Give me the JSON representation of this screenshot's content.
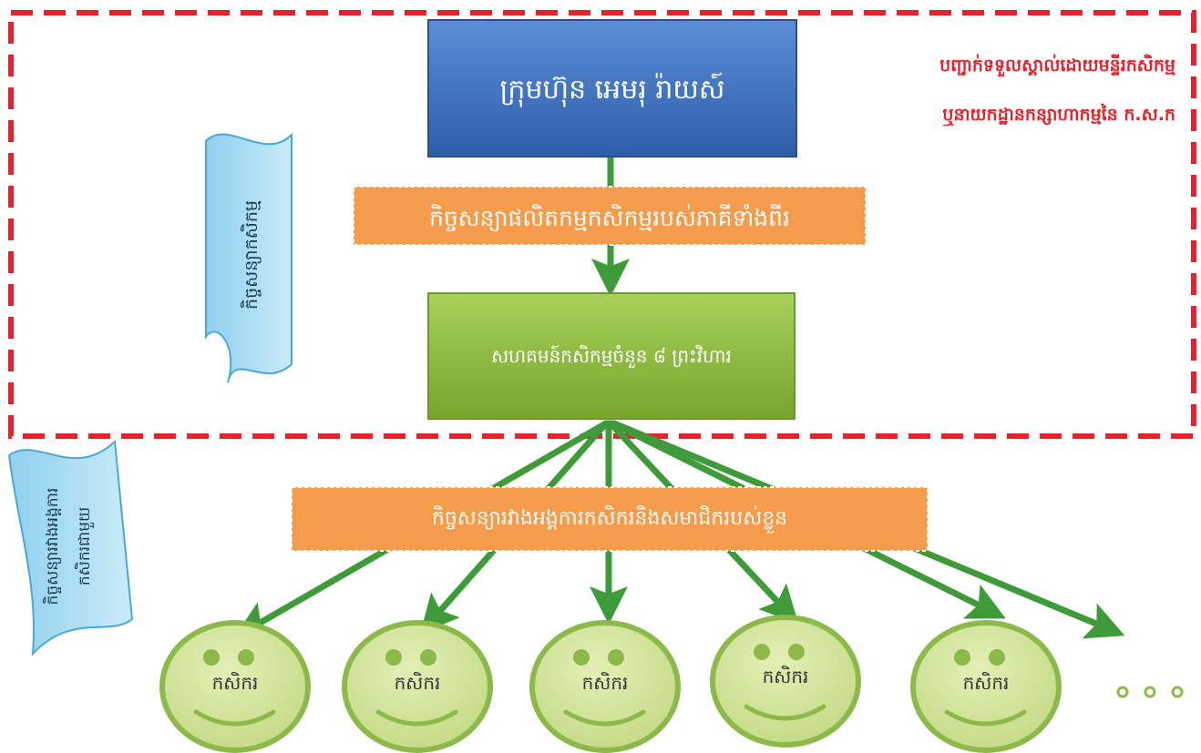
{
  "company": {
    "label": "ក្រុមហ៊ុន អេមរុ រ៉ាយស៍"
  },
  "contract_production": {
    "label": "កិច្ចសន្យាផលិតកម្មកសិកម្មរបស់ភាគីទាំងពីរ"
  },
  "cooperatives": {
    "label": "សហគមន៍កសិកម្មចំនួន ៨ ព្រះវិហារ"
  },
  "contract_members": {
    "label": "កិច្ចសន្យារវាងអង្គការកសិករនិងសមាជិករបស់ខ្លួន"
  },
  "certification_note": {
    "line1": "បញ្ជាក់ទទួលស្គាល់ដោយមន្ទីរកសិកម្ម",
    "line2": "ឬនាយកដ្ឋានកន្សាហាកម្មនៃ ក.ស.ក"
  },
  "scroll_top": {
    "label": "កិច្ចសន្យាកសិកម្ម"
  },
  "scroll_bottom": {
    "line1": "កិច្ចសន្យារវាងអង្គការ",
    "line2": "កសិករជាមួយ"
  },
  "farmers": [
    {
      "label": "កសិករ"
    },
    {
      "label": "កសិករ"
    },
    {
      "label": "កសិករ"
    },
    {
      "label": "កសិករ"
    },
    {
      "label": "កសិករ"
    }
  ],
  "colors": {
    "company_blue": "#3a6fb8",
    "green_box": "#8cba3a",
    "orange": "#f59b4c",
    "arrow_green": "#3f9a3a",
    "dash_red": "#e8212b",
    "scroll_blue": "#a7daf1",
    "face_green": "#c8dd8d",
    "face_border": "#8db84a"
  }
}
